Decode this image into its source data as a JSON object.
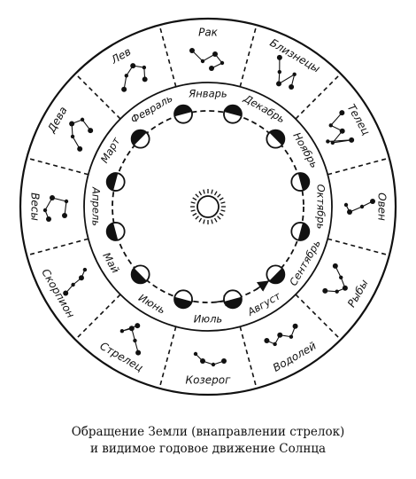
{
  "zodiac": [
    "Рак",
    "Близнецы",
    "Телец",
    "Овен",
    "Рыбы",
    "Водолей",
    "Козерог",
    "Стрелец",
    "Скорпион",
    "Весы",
    "Дева",
    "Лев"
  ],
  "months": [
    "Январь",
    "Декабрь",
    "Ноябрь",
    "Октябрь",
    "Сентябрь",
    "Август",
    "Июль",
    "Июнь",
    "Май",
    "Апрель",
    "Март",
    "Февраль"
  ],
  "caption": {
    "line1": "Обращение Земли (внаправлении стрелок)",
    "line2": "и видимое годовое движение Солнца"
  }
}
